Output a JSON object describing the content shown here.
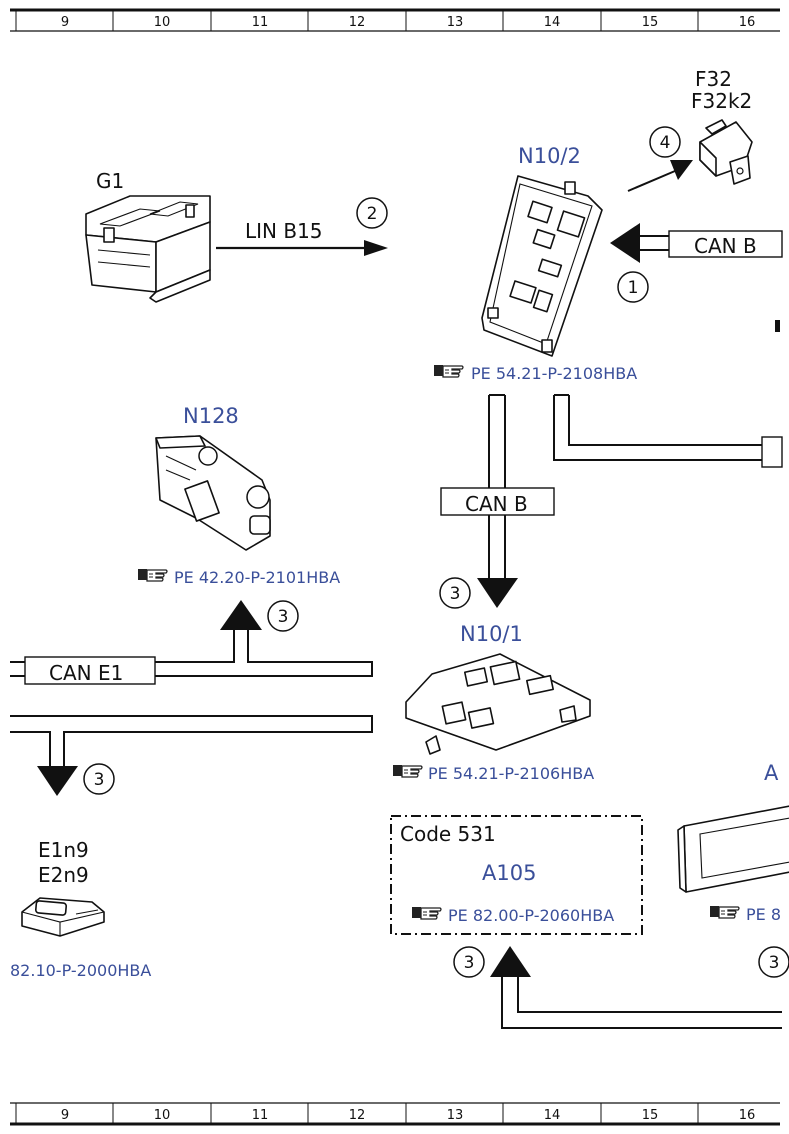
{
  "ruler": {
    "top_numbers": [
      "9",
      "10",
      "11",
      "12",
      "13",
      "14",
      "15",
      "16"
    ],
    "bottom_numbers": [
      "9",
      "10",
      "11",
      "12",
      "13",
      "14",
      "15",
      "16"
    ]
  },
  "components": {
    "g1": {
      "label": "G1"
    },
    "f32": {
      "label": "F32",
      "sub_label": "F32k2"
    },
    "n10_2": {
      "label": "N10/2",
      "ref": "PE 54.21-P-2108HBA"
    },
    "n128": {
      "label": "N128",
      "ref": "PE 42.20-P-2101HBA"
    },
    "n10_1": {
      "label": "N10/1",
      "ref": "PE 54.21-P-2106HBA"
    },
    "e1n9": {
      "label": "E1n9",
      "sub_label": "E2n9",
      "ref": "82.10-P-2000HBA"
    },
    "a105": {
      "code": "Code 531",
      "label": "A105",
      "ref": "PE 82.00-P-2060HBA"
    },
    "a_right": {
      "label": "A",
      "ref": "PE 8"
    }
  },
  "connections": {
    "lin_b15": "LIN B15",
    "can_b_right": "CAN B",
    "can_b_vertical": "CAN B",
    "can_e1": "CAN E1"
  },
  "markers": {
    "m1": "1",
    "m2": "2",
    "m3_n10_1": "3",
    "m3_n128": "3",
    "m3_e1n9": "3",
    "m3_a105": "3",
    "m3_right": "3",
    "m4": "4"
  },
  "colors": {
    "component_label": "#3a4f9a",
    "line": "#111111"
  }
}
